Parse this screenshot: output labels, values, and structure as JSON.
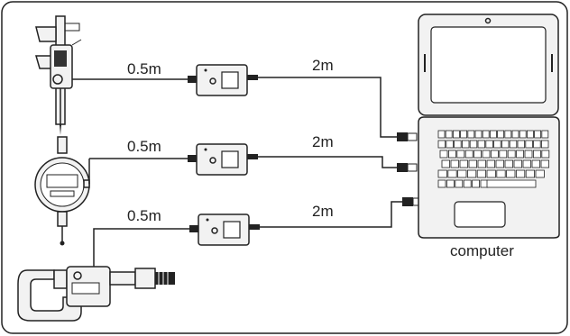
{
  "diagram": {
    "cable_labels": {
      "caliper_short": "0.5m",
      "caliper_long": "2m",
      "indicator_short": "0.5m",
      "indicator_long": "2m",
      "micrometer_short": "0.5m",
      "micrometer_long": "2m"
    },
    "computer_label": "computer",
    "icons": [
      "caliper-icon",
      "dial-indicator-icon",
      "micrometer-icon",
      "interface-box-icon",
      "laptop-icon"
    ]
  }
}
